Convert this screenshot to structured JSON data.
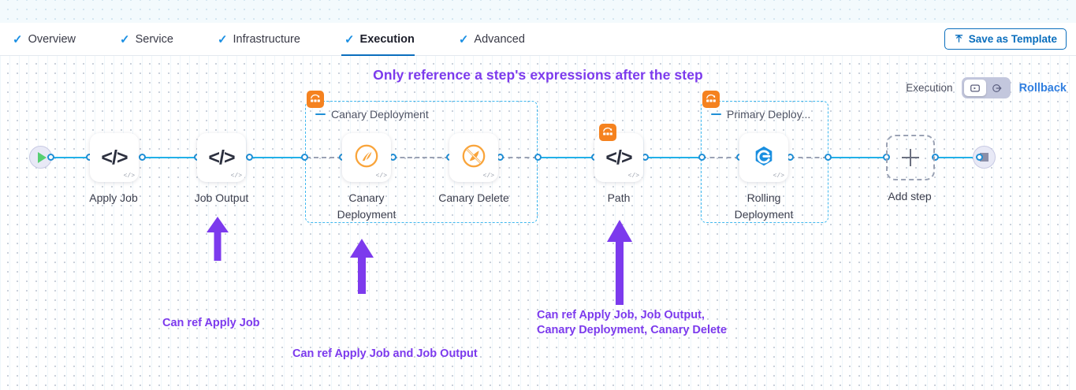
{
  "tabs": [
    {
      "label": "Overview",
      "active": false
    },
    {
      "label": "Service",
      "active": false
    },
    {
      "label": "Infrastructure",
      "active": false
    },
    {
      "label": "Execution",
      "active": true
    },
    {
      "label": "Advanced",
      "active": false
    }
  ],
  "toolbar": {
    "save_template_label": "Save as Template",
    "save_template_icon": "upload-icon"
  },
  "headline": "Only reference a step's expressions after the step",
  "execution_controls": {
    "label": "Execution",
    "rollback_label": "Rollback",
    "segment_left_icon": "execution-view-icon",
    "segment_right_icon": "rollback-view-icon",
    "selected": "execution"
  },
  "pipeline": {
    "start_node": {
      "name": "start-node",
      "icon": "play-icon"
    },
    "end_node": {
      "name": "end-node",
      "icon": "stop-icon"
    },
    "steps": [
      {
        "label": "Apply Job",
        "icon": "code-icon",
        "corner": "</>"
      },
      {
        "label": "Job Output",
        "icon": "code-icon",
        "corner": "</>"
      },
      {
        "label": "Canary\nDeployment",
        "icon": "canary-deployment-icon",
        "corner": "</>"
      },
      {
        "label": "Canary Delete",
        "icon": "canary-delete-icon",
        "corner": "</>"
      },
      {
        "label": "Path",
        "icon": "code-icon",
        "corner": "</>"
      },
      {
        "label": "Rolling\nDeployment",
        "icon": "rolling-deployment-icon",
        "corner": "</>"
      }
    ],
    "add_step": {
      "label": "Add step",
      "icon": "plus-icon"
    },
    "groups": [
      {
        "title": "Canary Deployment",
        "badge_icon": "step-group-icon"
      },
      {
        "title": "Primary Deploy...",
        "badge_icon": "step-group-icon"
      }
    ]
  },
  "annotations": [
    {
      "text": "Can ref Apply Job"
    },
    {
      "text": "Can ref Apply Job and Job Output"
    },
    {
      "text": "Can ref Apply Job, Job Output,\nCanary Deployment, Canary Delete"
    }
  ],
  "colors": {
    "accent_purple": "#7c3aed",
    "link_blue": "#0a6ebd",
    "wire_blue": "#22b0e8",
    "group_border": "#3fb8ef",
    "badge_orange": "#f5821f"
  }
}
